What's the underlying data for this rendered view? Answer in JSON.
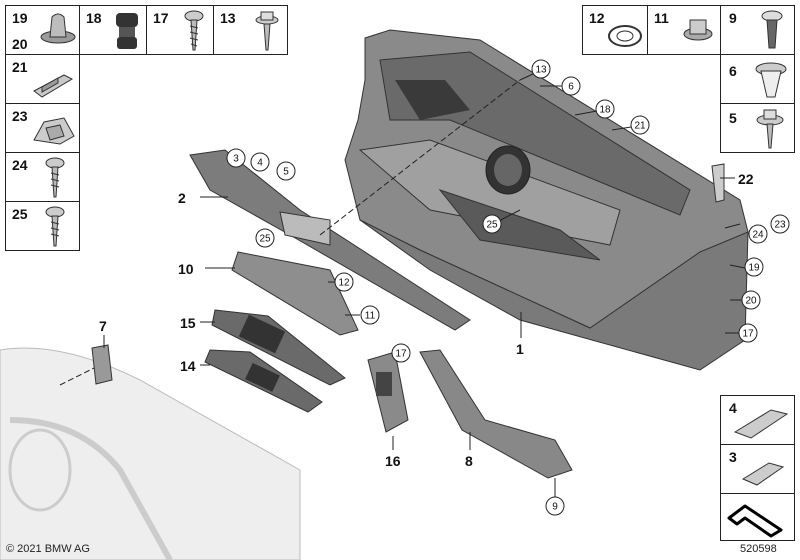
{
  "colors": {
    "part_dark": "#6f6f6f",
    "part_mid": "#8c8c8c",
    "part_light": "#b0b0b0",
    "outline": "#333333",
    "ghost": "#d9d9d9"
  },
  "left_grid": {
    "c19": "19",
    "c20": "20",
    "c18": "18",
    "c17": "17",
    "c13": "13",
    "c21": "21",
    "c23": "23",
    "c24": "24",
    "c25": "25"
  },
  "right_grid": {
    "c12": "12",
    "c11": "11",
    "c9": "9",
    "c6": "6",
    "c5": "5",
    "c4": "4",
    "c3": "3"
  },
  "callouts": {
    "plain": {
      "p2": "2",
      "p10": "10",
      "p15": "15",
      "p14": "14",
      "p7": "7",
      "p1": "1",
      "p16": "16",
      "p8": "8",
      "p22": "22"
    },
    "circled": {
      "k13": "13",
      "k6": "6",
      "k18": "18",
      "k21": "21",
      "k3": "3",
      "k4": "4",
      "k5": "5",
      "k25a": "25",
      "k25b": "25",
      "k12": "12",
      "k11": "11",
      "k17a": "17",
      "k23": "23",
      "k24": "24",
      "k19": "19",
      "k20": "20",
      "k17b": "17",
      "k9": "9"
    }
  },
  "footer": {
    "copyright": "© 2021 BMW AG",
    "diagram_number": "520598"
  }
}
